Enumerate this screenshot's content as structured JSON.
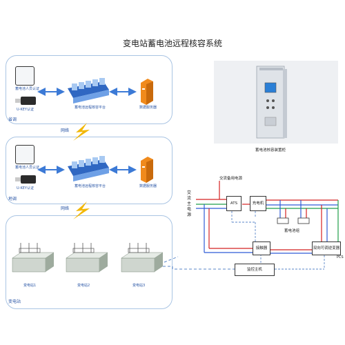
{
  "title": "变电站蓄电池远程核容系统",
  "sections": {
    "province": {
      "label": "省调",
      "app_label": "蓄电池远程核容平台",
      "server_label": "数据服务器",
      "key_label": "蓄电池人员认证",
      "usb_label": "U-KEY认证"
    },
    "network1": "网络",
    "city": {
      "label": "地调",
      "app_label": "蓄电池远程核容平台",
      "server_label": "数据服务器",
      "key_label": "蓄电池人员认证",
      "usb_label": "U-KEY认证"
    },
    "network2": "网络",
    "substation": {
      "label": "变电站",
      "stations": [
        "变电站1",
        "变电站2",
        "变电站3"
      ]
    }
  },
  "device_photo_label": "蓄电池核容装置柜",
  "schematic": {
    "ac_source": "交流备用电源",
    "ac_main_vertical": "交流主电源",
    "ats": "ATS",
    "charger": "充电机",
    "battery_group": "蓄电池组",
    "contactor": "接触器",
    "converter": "双向可调逆变器",
    "pcs": "PCS",
    "monitor": "监控主机"
  },
  "colors": {
    "panel_border": "#a9c4e3",
    "label_blue": "#2a56a6",
    "bolt": "#f2b705",
    "wire_red": "#d42020",
    "wire_green": "#1e9e4a",
    "wire_blue": "#2d5bd6",
    "wire_dash": "#5a86c8"
  }
}
